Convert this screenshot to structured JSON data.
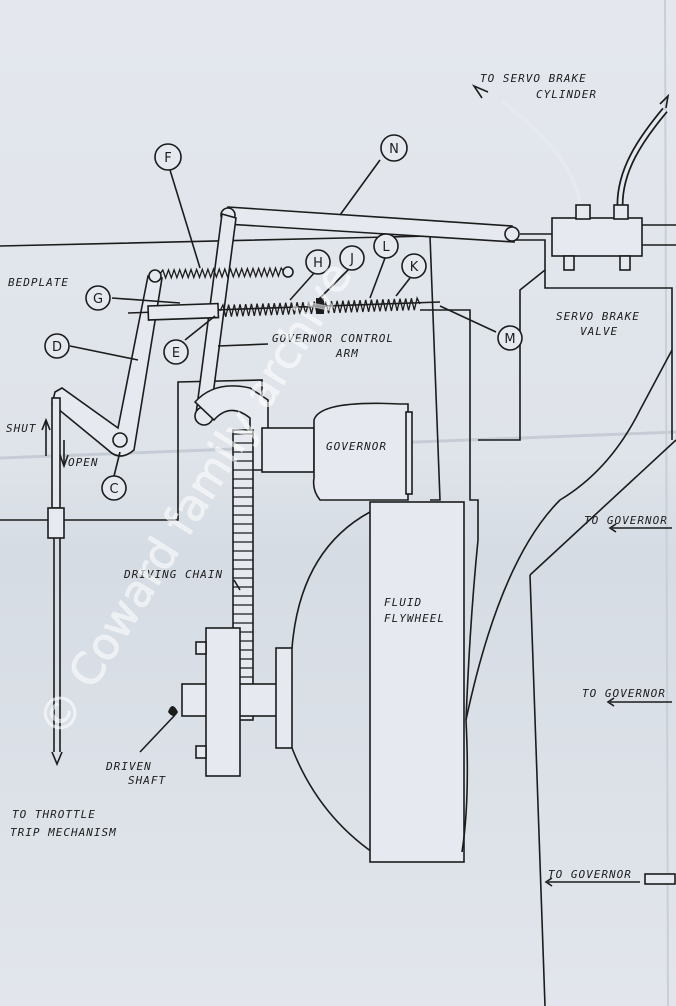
{
  "labels": {
    "to_servo_brake_cylinder_1": "TO SERVO BRAKE",
    "to_servo_brake_cylinder_2": "CYLINDER",
    "bedplate": "BEDPLATE",
    "governor_control_arm_1": "GOVERNOR CONTROL",
    "governor_control_arm_2": "ARM",
    "servo_brake_valve_1": "SERVO BRAKE",
    "servo_brake_valve_2": "VALVE",
    "shut": "SHUT",
    "open": "OPEN",
    "governor": "GOVERNOR",
    "to_governor_1": "TO GOVERNOR",
    "to_governor_2": "TO GOVERNOR",
    "to_governor_3": "TO GOVERNOR",
    "driving_chain": "DRIVING CHAIN",
    "fluid_flywheel_1": "FLUID",
    "fluid_flywheel_2": "FLYWHEEL",
    "driven_shaft_1": "DRIVEN",
    "driven_shaft_2": "SHAFT",
    "to_throttle_1": "TO THROTTLE",
    "to_throttle_2": "TRIP MECHANISM"
  },
  "callouts": {
    "F": "F",
    "N": "N",
    "H": "H",
    "J": "J",
    "L": "L",
    "K": "K",
    "G": "G",
    "D": "D",
    "E": "E",
    "M": "M",
    "C": "C"
  },
  "watermark": "© Coward family archive",
  "colors": {
    "ink": "#1c1c1c",
    "paper": "#e0e5eb"
  }
}
